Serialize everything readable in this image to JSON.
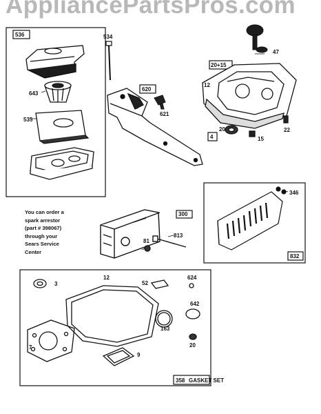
{
  "watermark": "AppliancePartsPros.com",
  "note": {
    "lines": [
      "You can order a",
      "spark arrestor",
      "(part # 398067)",
      "through your",
      "Sears Service",
      "Center"
    ]
  },
  "callouts": {
    "air_cleaner_kit": "536",
    "cover": "643",
    "filter": "535",
    "bolt": "534",
    "bracket_part": "620",
    "clip": "621",
    "sump_kit": "20+15",
    "gear": "47",
    "gasket_top": "12",
    "seal": "20",
    "sump_box": "4",
    "plug": "15",
    "drain": "22",
    "spark_arrestor": "346",
    "shield": "832",
    "muffler": "300",
    "screw": "813",
    "nut": "81",
    "gs_seal": "3",
    "gs_gasket": "12",
    "gs_plate": "52",
    "gs_ring": "624",
    "gs_oring": "642",
    "gs_cyl_gasket": "7",
    "gs_oring2": "163",
    "gs_seal2": "20",
    "gs_exh_gasket": "9",
    "gasket_set_num": "358",
    "gasket_set_label": "GASKET SET"
  }
}
